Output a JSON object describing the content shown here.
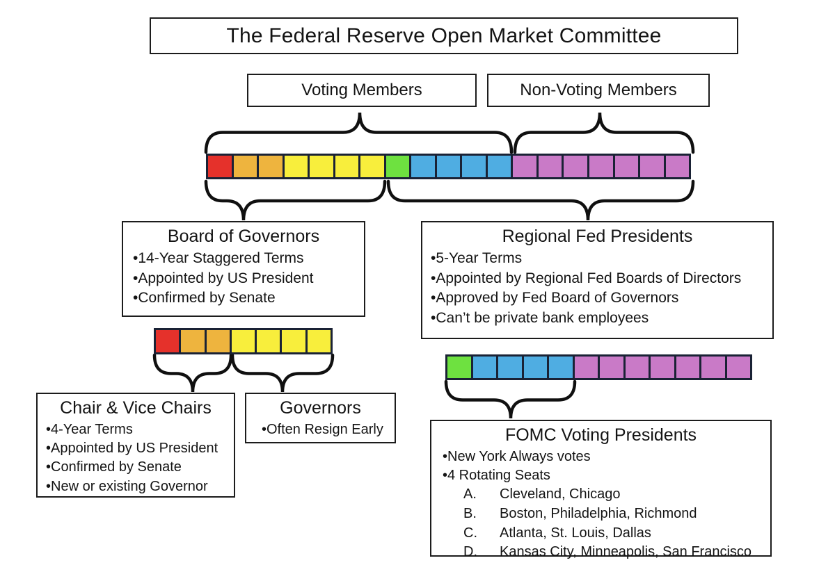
{
  "title": "The Federal Reserve Open Market Committee",
  "bullet_char": "•",
  "group_labels": {
    "voting": "Voting Members",
    "nonvoting": "Non-Voting Members"
  },
  "palette": {
    "red": "#e5312b",
    "orange": "#eeb43e",
    "yellow": "#f8ee3c",
    "green": "#6ee140",
    "blue": "#4fade2",
    "purple": "#c97ac7",
    "row_border": "#1a2235"
  },
  "rows": {
    "committee": [
      "red",
      "orange",
      "orange",
      "yellow",
      "yellow",
      "yellow",
      "yellow",
      "green",
      "blue",
      "blue",
      "blue",
      "blue",
      "purple",
      "purple",
      "purple",
      "purple",
      "purple",
      "purple",
      "purple"
    ],
    "board": [
      "red",
      "orange",
      "orange",
      "yellow",
      "yellow",
      "yellow",
      "yellow"
    ],
    "presidents": [
      "green",
      "blue",
      "blue",
      "blue",
      "blue",
      "purple",
      "purple",
      "purple",
      "purple",
      "purple",
      "purple",
      "purple"
    ]
  },
  "boxes": {
    "board": {
      "title": "Board of Governors",
      "bullets": [
        "14-Year Staggered Terms",
        "Appointed by US President",
        "Confirmed by Senate"
      ]
    },
    "regional": {
      "title": "Regional Fed Presidents",
      "bullets": [
        "5-Year Terms",
        "Appointed by Regional Fed Boards of Directors",
        "Approved by Fed Board of Governors",
        "Can’t be private bank employees"
      ]
    },
    "chair": {
      "title": "Chair & Vice Chairs",
      "bullets": [
        "4-Year Terms",
        "Appointed by US President",
        "Confirmed by Senate",
        "New or existing Governor"
      ]
    },
    "governors": {
      "title": "Governors",
      "bullets": [
        "Often Resign Early"
      ]
    },
    "fomc": {
      "title": "FOMC Voting Presidents",
      "bullets": [
        "New York Always votes",
        "4 Rotating Seats"
      ],
      "rotation": [
        {
          "letter": "A.",
          "text": "Cleveland, Chicago"
        },
        {
          "letter": "B.",
          "text": "Boston, Philadelphia, Richmond"
        },
        {
          "letter": "C.",
          "text": "Atlanta, St. Louis, Dallas"
        },
        {
          "letter": "D.",
          "text": "Kansas City, Minneapolis, San Francisco"
        }
      ]
    }
  }
}
